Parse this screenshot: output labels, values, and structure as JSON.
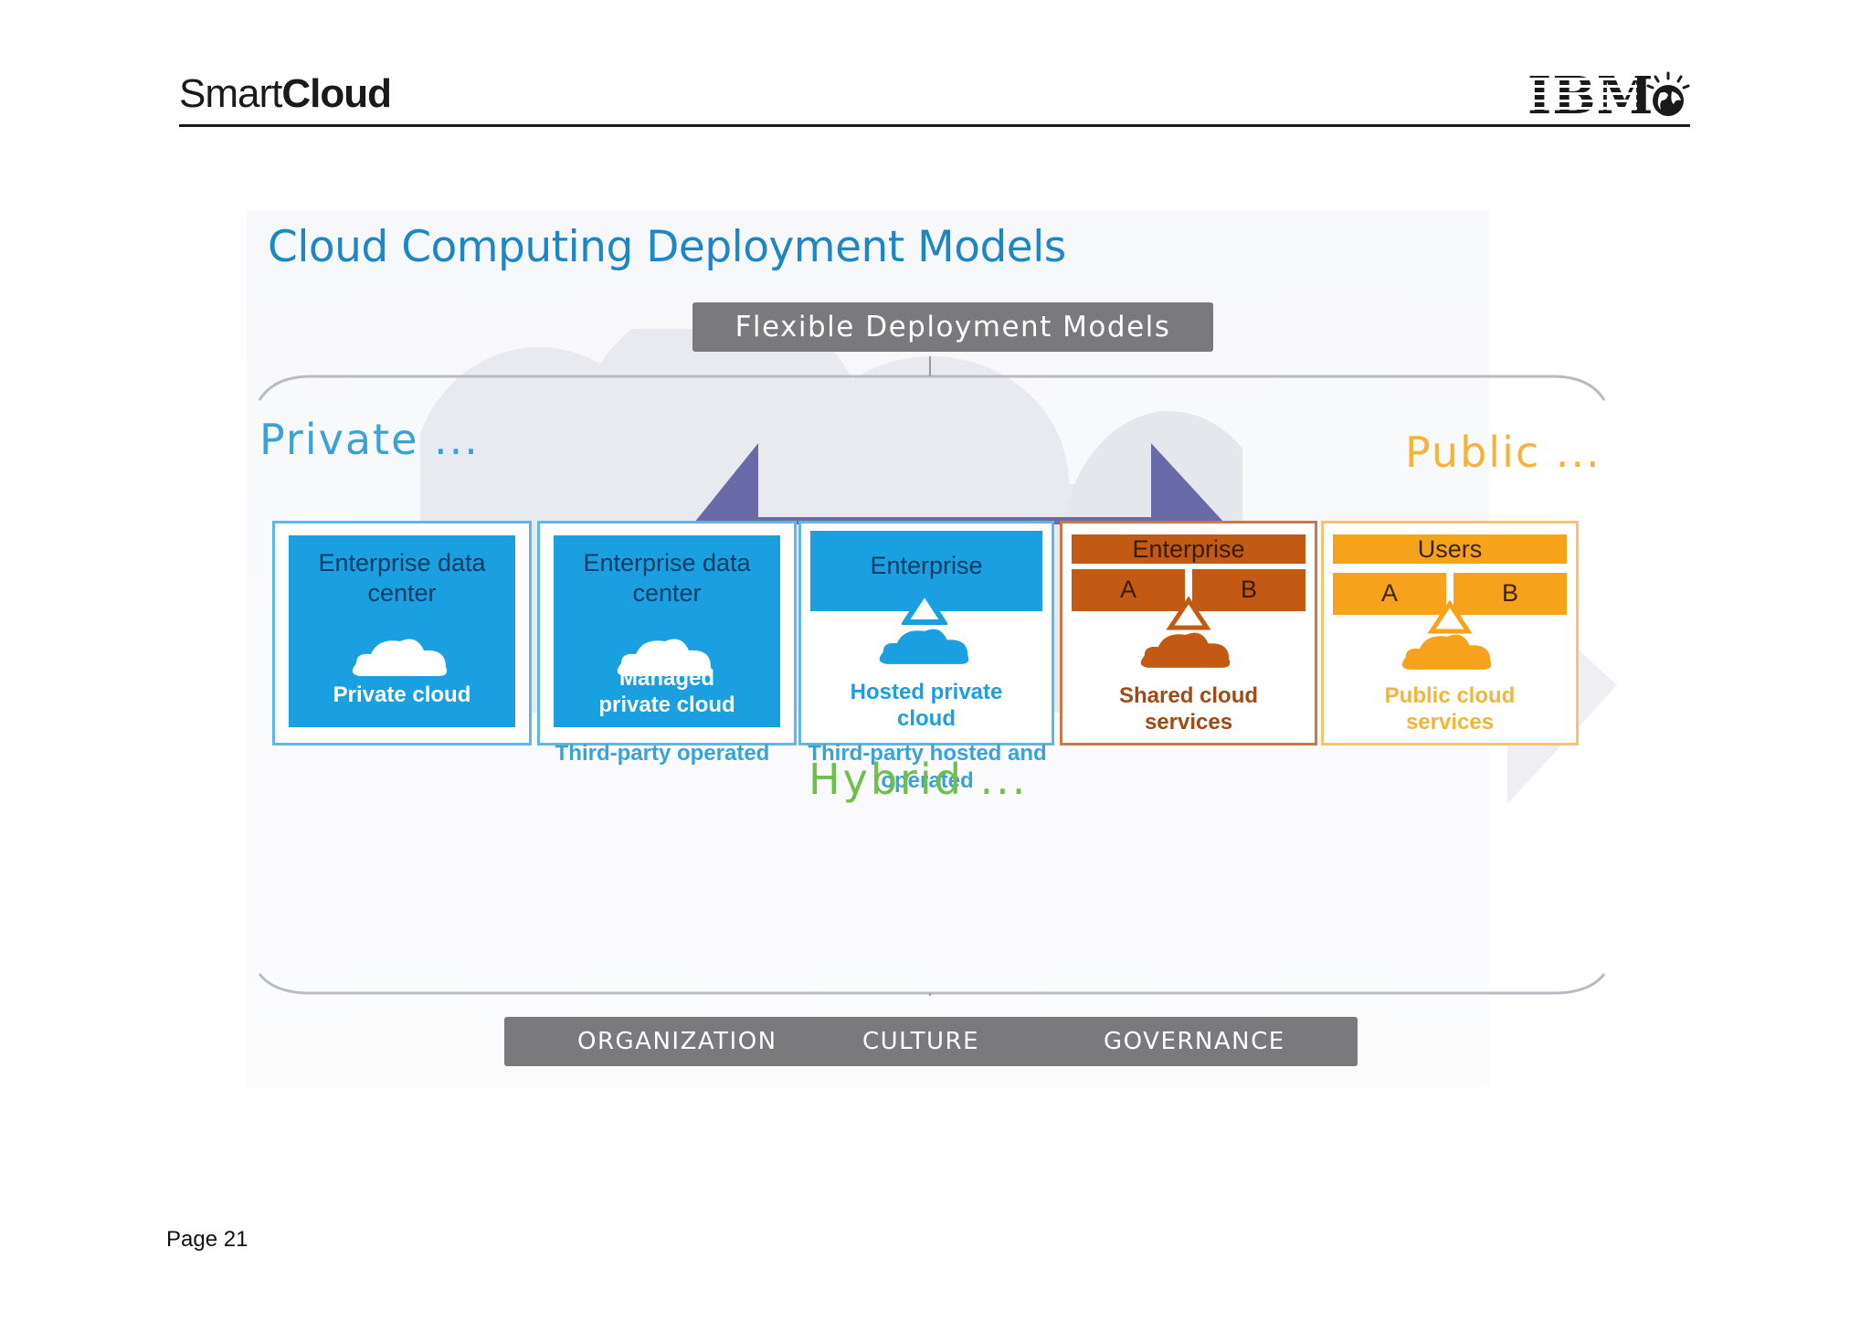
{
  "header": {
    "brand_light": "Smart",
    "brand_bold": "Cloud",
    "logo_text": "IBM"
  },
  "slide": {
    "title": "Cloud Computing Deployment Models",
    "top_bar": "Flexible Deployment Models",
    "private_label": "Private ...",
    "public_label": "Public ...",
    "hybrid_label": "Hybrid ...",
    "bottom_bar": [
      "ORGANIZATION",
      "CULTURE",
      "GOVERNANCE"
    ]
  },
  "models": [
    {
      "header": "Enterprise data center",
      "cloud": "Private cloud",
      "below": ""
    },
    {
      "header": "Enterprise data center",
      "cloud": "Managed private cloud",
      "below": "Third-party operated"
    },
    {
      "header": "Enterprise",
      "cloud": "Hosted private cloud",
      "below": "Third-party hosted and operated"
    },
    {
      "header": "Enterprise",
      "sub_a": "A",
      "sub_b": "B",
      "cloud": "Shared cloud services",
      "below": ""
    },
    {
      "header": "Users",
      "sub_a": "A",
      "sub_b": "B",
      "cloud": "Public cloud services",
      "below": ""
    }
  ],
  "footer": {
    "page": "Page 21"
  },
  "colors": {
    "blue": "#1a9fe0",
    "dark_blue_text": "#0d3d66",
    "rust": "#c25a14",
    "orange": "#f7a21b",
    "grey_bar": "#7a7a7c",
    "title_blue": "#1d86c4"
  }
}
